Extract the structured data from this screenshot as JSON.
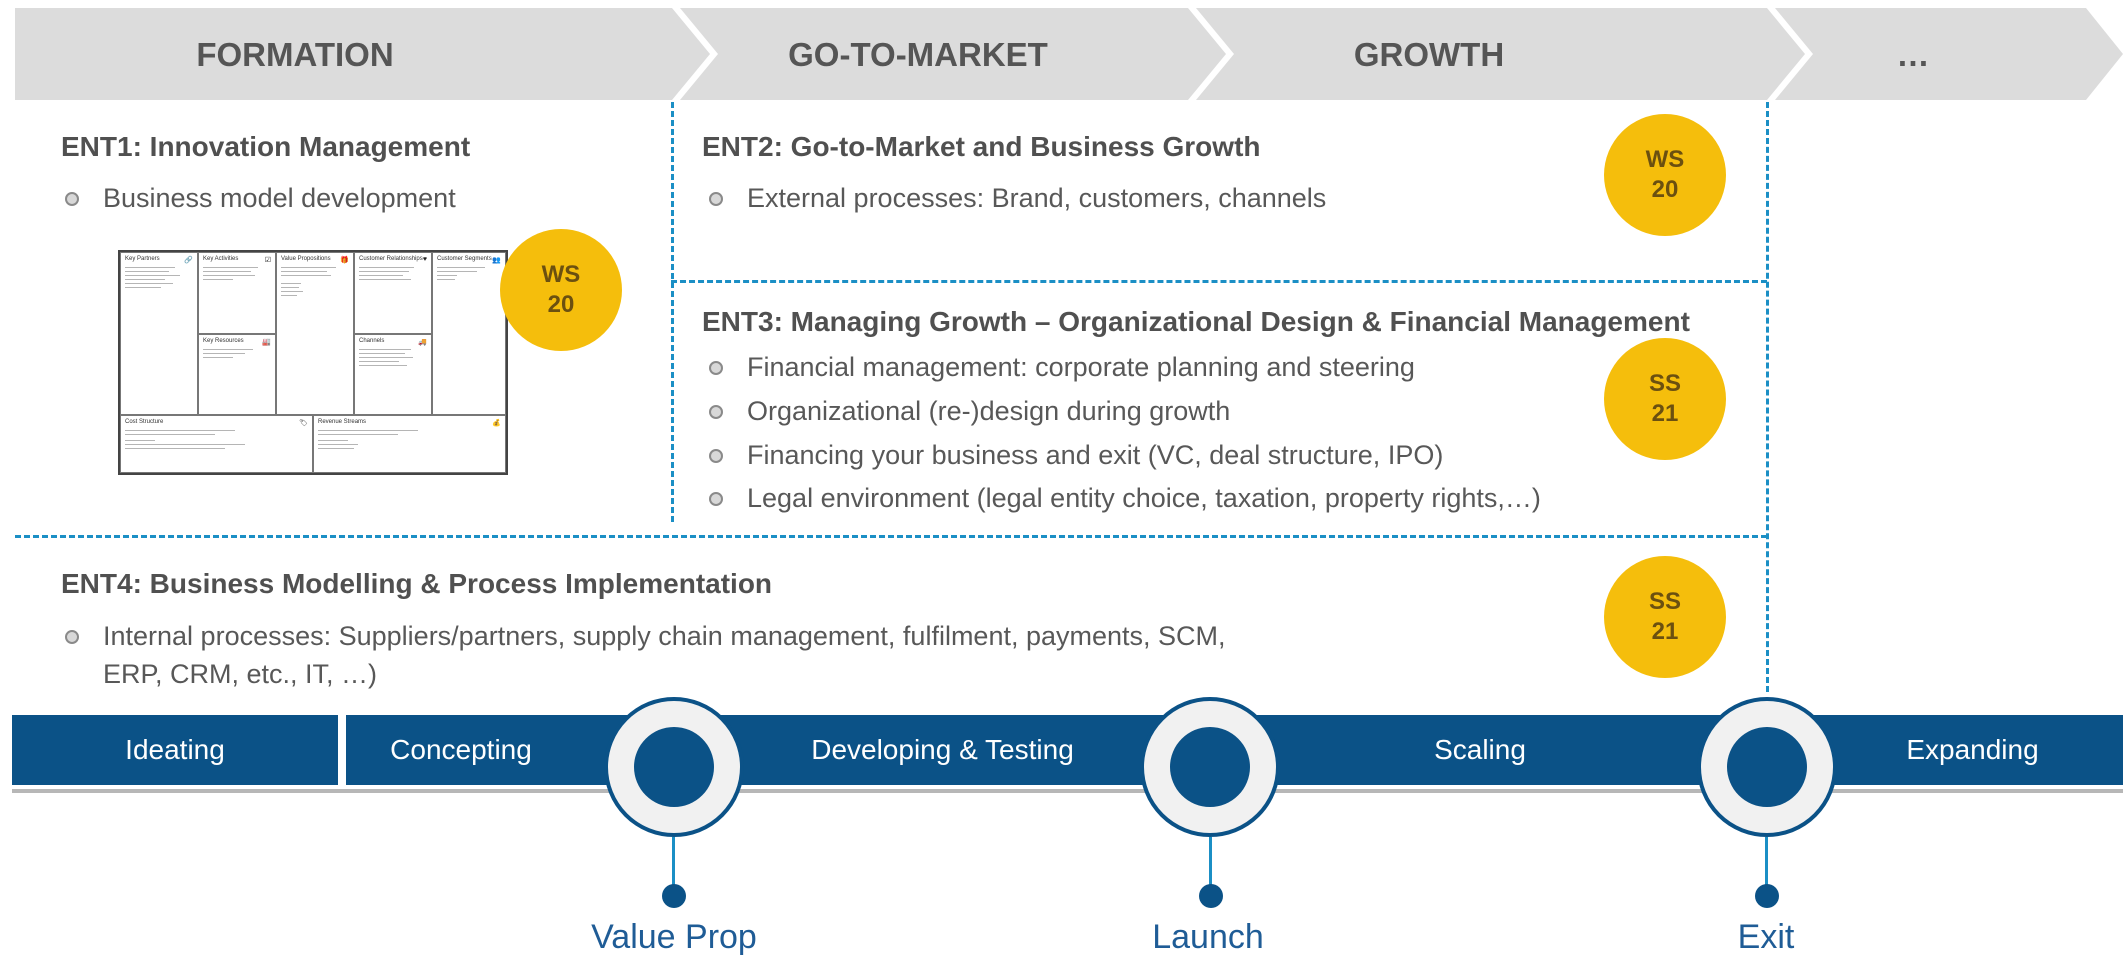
{
  "phases": [
    {
      "label": "FORMATION"
    },
    {
      "label": "GO-TO-MARKET"
    },
    {
      "label": "GROWTH"
    },
    {
      "label": "…"
    }
  ],
  "modules": {
    "ent1": {
      "title": "ENT1: Innovation Management",
      "bullets": [
        "Business model development"
      ],
      "badge": {
        "line1": "WS",
        "line2": "20"
      }
    },
    "ent2": {
      "title": "ENT2: Go-to-Market and Business Growth",
      "bullets": [
        "External processes: Brand, customers, channels"
      ],
      "badge": {
        "line1": "WS",
        "line2": "20"
      }
    },
    "ent3": {
      "title": "ENT3: Managing Growth – Organizational Design & Financial Management",
      "bullets": [
        "Financial management: corporate planning and steering",
        "Organizational (re-)design during growth",
        "Financing your business and exit (VC, deal structure, IPO)",
        "Legal environment (legal entity choice, taxation, property rights,…)"
      ],
      "badge": {
        "line1": "SS",
        "line2": "21"
      }
    },
    "ent4": {
      "title": "ENT4: Business Modelling & Process Implementation",
      "bullets": [
        "Internal processes: Suppliers/partners, supply chain management, fulfilment, payments, SCM,"
      ],
      "bullet_continuation": "ERP, CRM, etc., IT, …)",
      "badge": {
        "line1": "SS",
        "line2": "21"
      }
    }
  },
  "canvas": {
    "cells": [
      {
        "title": "Key Partners",
        "icon": "🔗"
      },
      {
        "title": "Key Activities",
        "icon": "☑"
      },
      {
        "title": "Value Propositions",
        "icon": "🎁"
      },
      {
        "title": "Customer Relationships",
        "icon": "♥"
      },
      {
        "title": "Customer Segments",
        "icon": "👥"
      },
      {
        "title": "Key Resources",
        "icon": "🏭"
      },
      {
        "title": "Channels",
        "icon": "🚚"
      },
      {
        "title": "Cost Structure",
        "icon": "🏷"
      },
      {
        "title": "Revenue Streams",
        "icon": "💰"
      }
    ]
  },
  "stages": [
    {
      "label": "Ideating"
    },
    {
      "label": "Concepting"
    },
    {
      "label": "Developing & Testing"
    },
    {
      "label": "Scaling"
    },
    {
      "label": "Expanding"
    }
  ],
  "milestones": [
    {
      "label": "Value Prop"
    },
    {
      "label": "Launch"
    },
    {
      "label": "Exit"
    }
  ],
  "colors": {
    "phase_fill": "#dcdcdc",
    "badge": "#f5be0c",
    "bar": "#0b5287",
    "dash": "#1b8fc5"
  }
}
